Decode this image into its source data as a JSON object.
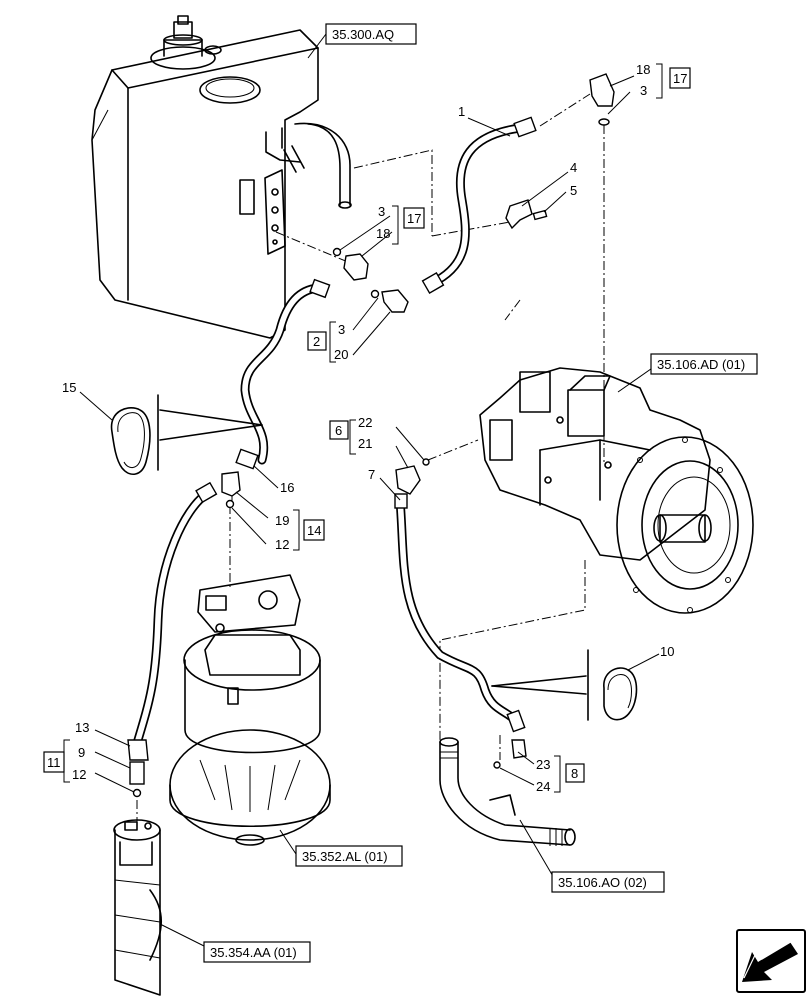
{
  "references": {
    "tank": "35.300.AQ",
    "pump": "35.106.AD (01)",
    "swing_motor": "35.352.AL (01)",
    "swivel_joint": "35.354.AA (01)",
    "suction": "35.106.AO (02)"
  },
  "callouts": {
    "n1": "1",
    "n2": "2",
    "n3a": "3",
    "n3b": "3",
    "n3c": "3",
    "n4": "4",
    "n5": "5",
    "n6": "6",
    "n7": "7",
    "n8": "8",
    "n9": "9",
    "n10": "10",
    "n11": "11",
    "n12a": "12",
    "n12b": "12",
    "n13": "13",
    "n14": "14",
    "n15": "15",
    "n16": "16",
    "n17a": "17",
    "n17b": "17",
    "n18a": "18",
    "n18b": "18",
    "n19": "19",
    "n20": "20",
    "n21": "21",
    "n22": "22",
    "n23": "23",
    "n24": "24"
  },
  "icons": {
    "nav": "direction-arrow-icon"
  }
}
